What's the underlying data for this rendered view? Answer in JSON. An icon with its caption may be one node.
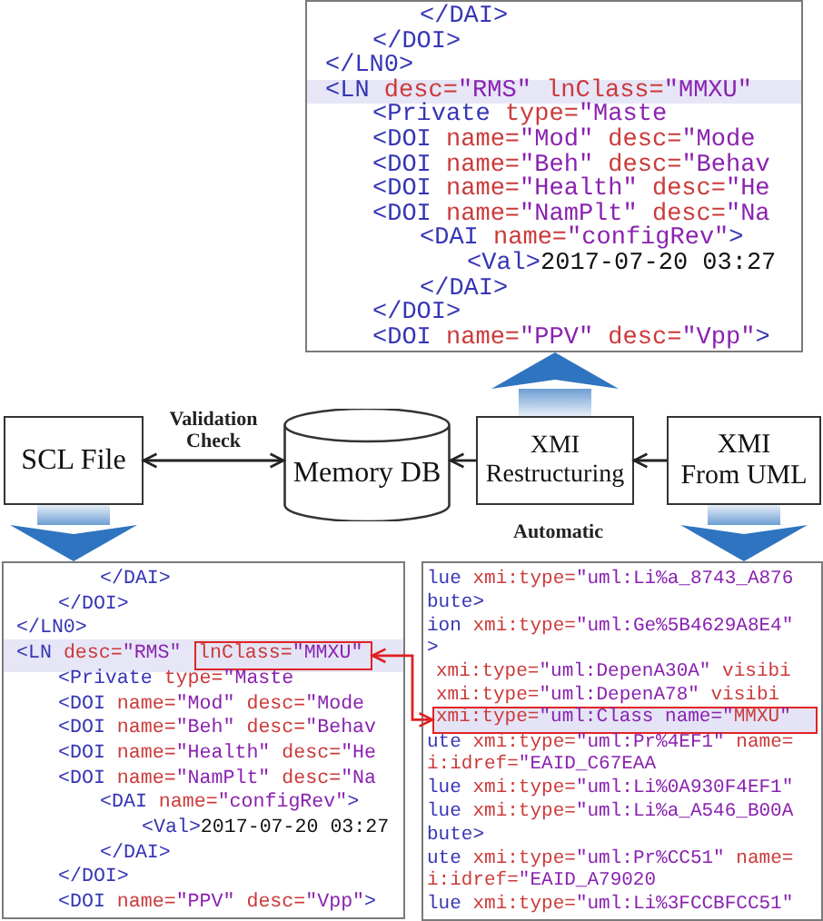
{
  "diagram": {
    "nodes": [
      {
        "text": [
          "</DAI>",
          "</DOI>",
          "</LN0>",
          "<LN desc=\"RMS\" lnClass=\"MMXU\"",
          "<Private type=\"Maste",
          "<DOI name=\"Mod\" desc=\"Mode",
          "<DOI name=\"Beh\" desc=\"Behav",
          "<DOI name=\"Health\" desc=\"He",
          "<DOI name=\"NamPlt\" desc=\"Na",
          "<DAI name=\"configRev\">",
          "<Val>2017-07-20 03:27",
          "</DAI>",
          "</DOI>",
          "<DOI name=\"PPV\" desc=\"Vpp\">"
        ]
      },
      {
        "text": [
          "SCL File"
        ]
      },
      {
        "text": [
          "Memory DB"
        ]
      },
      {
        "text": [
          "XMI Restructuring"
        ],
        "beside": [
          "Automatic"
        ]
      },
      {
        "text": [
          "XMI From UML"
        ]
      },
      {
        "text": [
          "</DAI>",
          "</DOI>",
          "</LN0>",
          "<LN desc=\"RMS\"",
          "<Private type=\"Maste",
          "<DOI name=\"Mod\" desc=\"Mode",
          "<DOI name=\"Beh\" desc=\"Behav",
          "<DOI name=\"Health\" desc=\"He",
          "<DOI name=\"NamPlt\" desc=\"Na",
          "<DAI name=\"configRev\">",
          "<Val>2017-07-20 03:27",
          "</DAI>",
          "</DOI>",
          "<DOI name=\"PPV\" desc=\"Vpp\">"
        ]
      },
      {
        "text": [
          "lnClass=\"MMXU\""
        ],
        "in": 5
      },
      {
        "text": [
          "lue xmi:type=\"uml:Li%a_8743_A876",
          "bute>",
          "ion xmi:type=\"uml:Ge%5B4629A8E4\"",
          ">",
          "xmi:type=\"uml:DepenA30A\" visibi",
          "xmi:type=\"uml:DepenA78\" visibi",
          "ute xmi:type=\"uml:Pr%4EF1\" name=",
          "i:idref=\"EAID_C67EAA",
          "lue xmi:type=\"uml:Li%0A930F4EF1\"",
          "lue xmi:type=\"uml:Li%a_A546_B00A",
          "bute>",
          "ute xmi:type=\"uml:Pr%CC51\" name=",
          "i:idref=\"EAID_A79020",
          "lue xmi:type=\"uml:Li%3FCCBFCC51\""
        ]
      },
      {
        "text": [
          "xmi:type=\"uml:Class name=\"MMXU\""
        ],
        "in": 7
      }
    ],
    "edges": [
      {
        "from": 1,
        "to": 2,
        "arrow": "both",
        "label": "Validation Check"
      },
      {
        "from": 3,
        "to": 2,
        "arrow": "to"
      },
      {
        "from": 4,
        "to": 3,
        "arrow": "to"
      },
      {
        "from": 3,
        "to": 0,
        "arrow": "to",
        "style": "thick",
        "color": "#2f74c0"
      },
      {
        "from": 1,
        "to": 5,
        "arrow": "to",
        "style": "thick",
        "color": "#2f74c0"
      },
      {
        "from": 4,
        "to": 7,
        "arrow": "to",
        "style": "thick",
        "color": "#2f74c0"
      },
      {
        "from": 6,
        "to": 8,
        "arrow": "both",
        "color": "#e02020"
      }
    ]
  }
}
